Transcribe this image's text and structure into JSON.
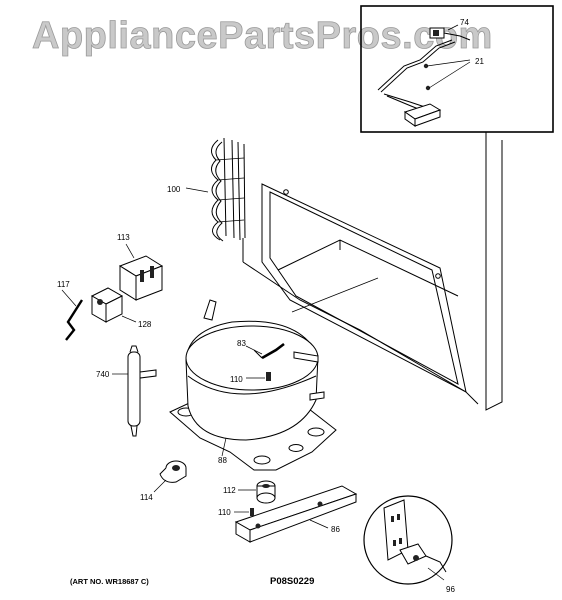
{
  "watermark": "AppliancePartsPros.com",
  "art_number": "(ART NO. WR18687 C)",
  "diagram_code": "P08S0229",
  "callouts": {
    "c74": "74",
    "c21": "21",
    "c100": "100",
    "c113": "113",
    "c117": "117",
    "c128": "128",
    "c740": "740",
    "c83": "83",
    "c110a": "110",
    "c88": "88",
    "c114": "114",
    "c112": "112",
    "c110b": "110",
    "c86": "86",
    "c96": "96"
  }
}
